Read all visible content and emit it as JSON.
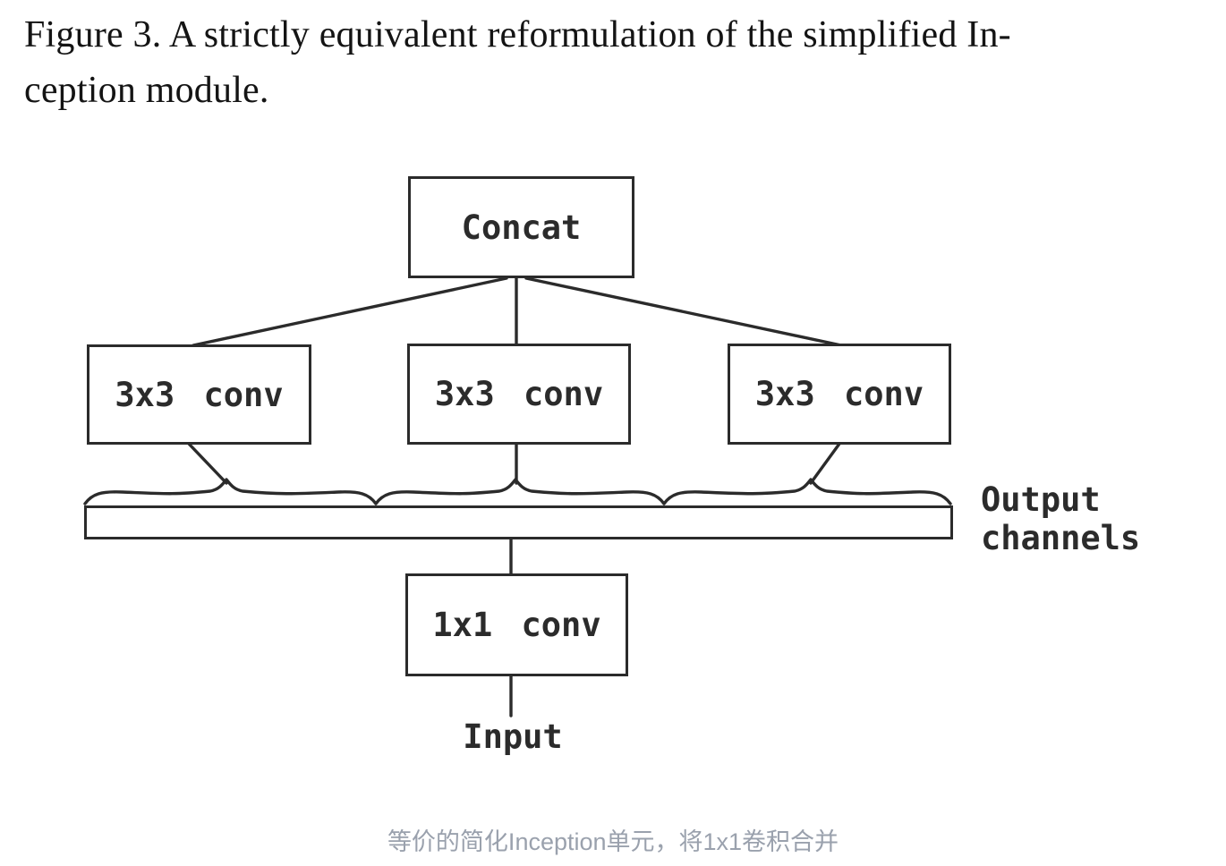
{
  "caption": {
    "line1": "Figure 3. A strictly equivalent reformulation of the simplified In-",
    "line2": "ception module."
  },
  "diagram": {
    "concat_label": "Concat",
    "branch_labels": [
      "3x3 conv",
      "3x3 conv",
      "3x3 conv"
    ],
    "output_channels_label": [
      "Output",
      "channels"
    ],
    "conv_1x1_label": "1x1 conv",
    "input_label": "Input"
  },
  "footer": {
    "text": "等价的简化Inception单元，将1x1卷积合并"
  },
  "colors": {
    "ink": "#2b2b2b",
    "caption_text": "#141414",
    "footer_text": "#9aa1ad",
    "background": "#ffffff"
  }
}
